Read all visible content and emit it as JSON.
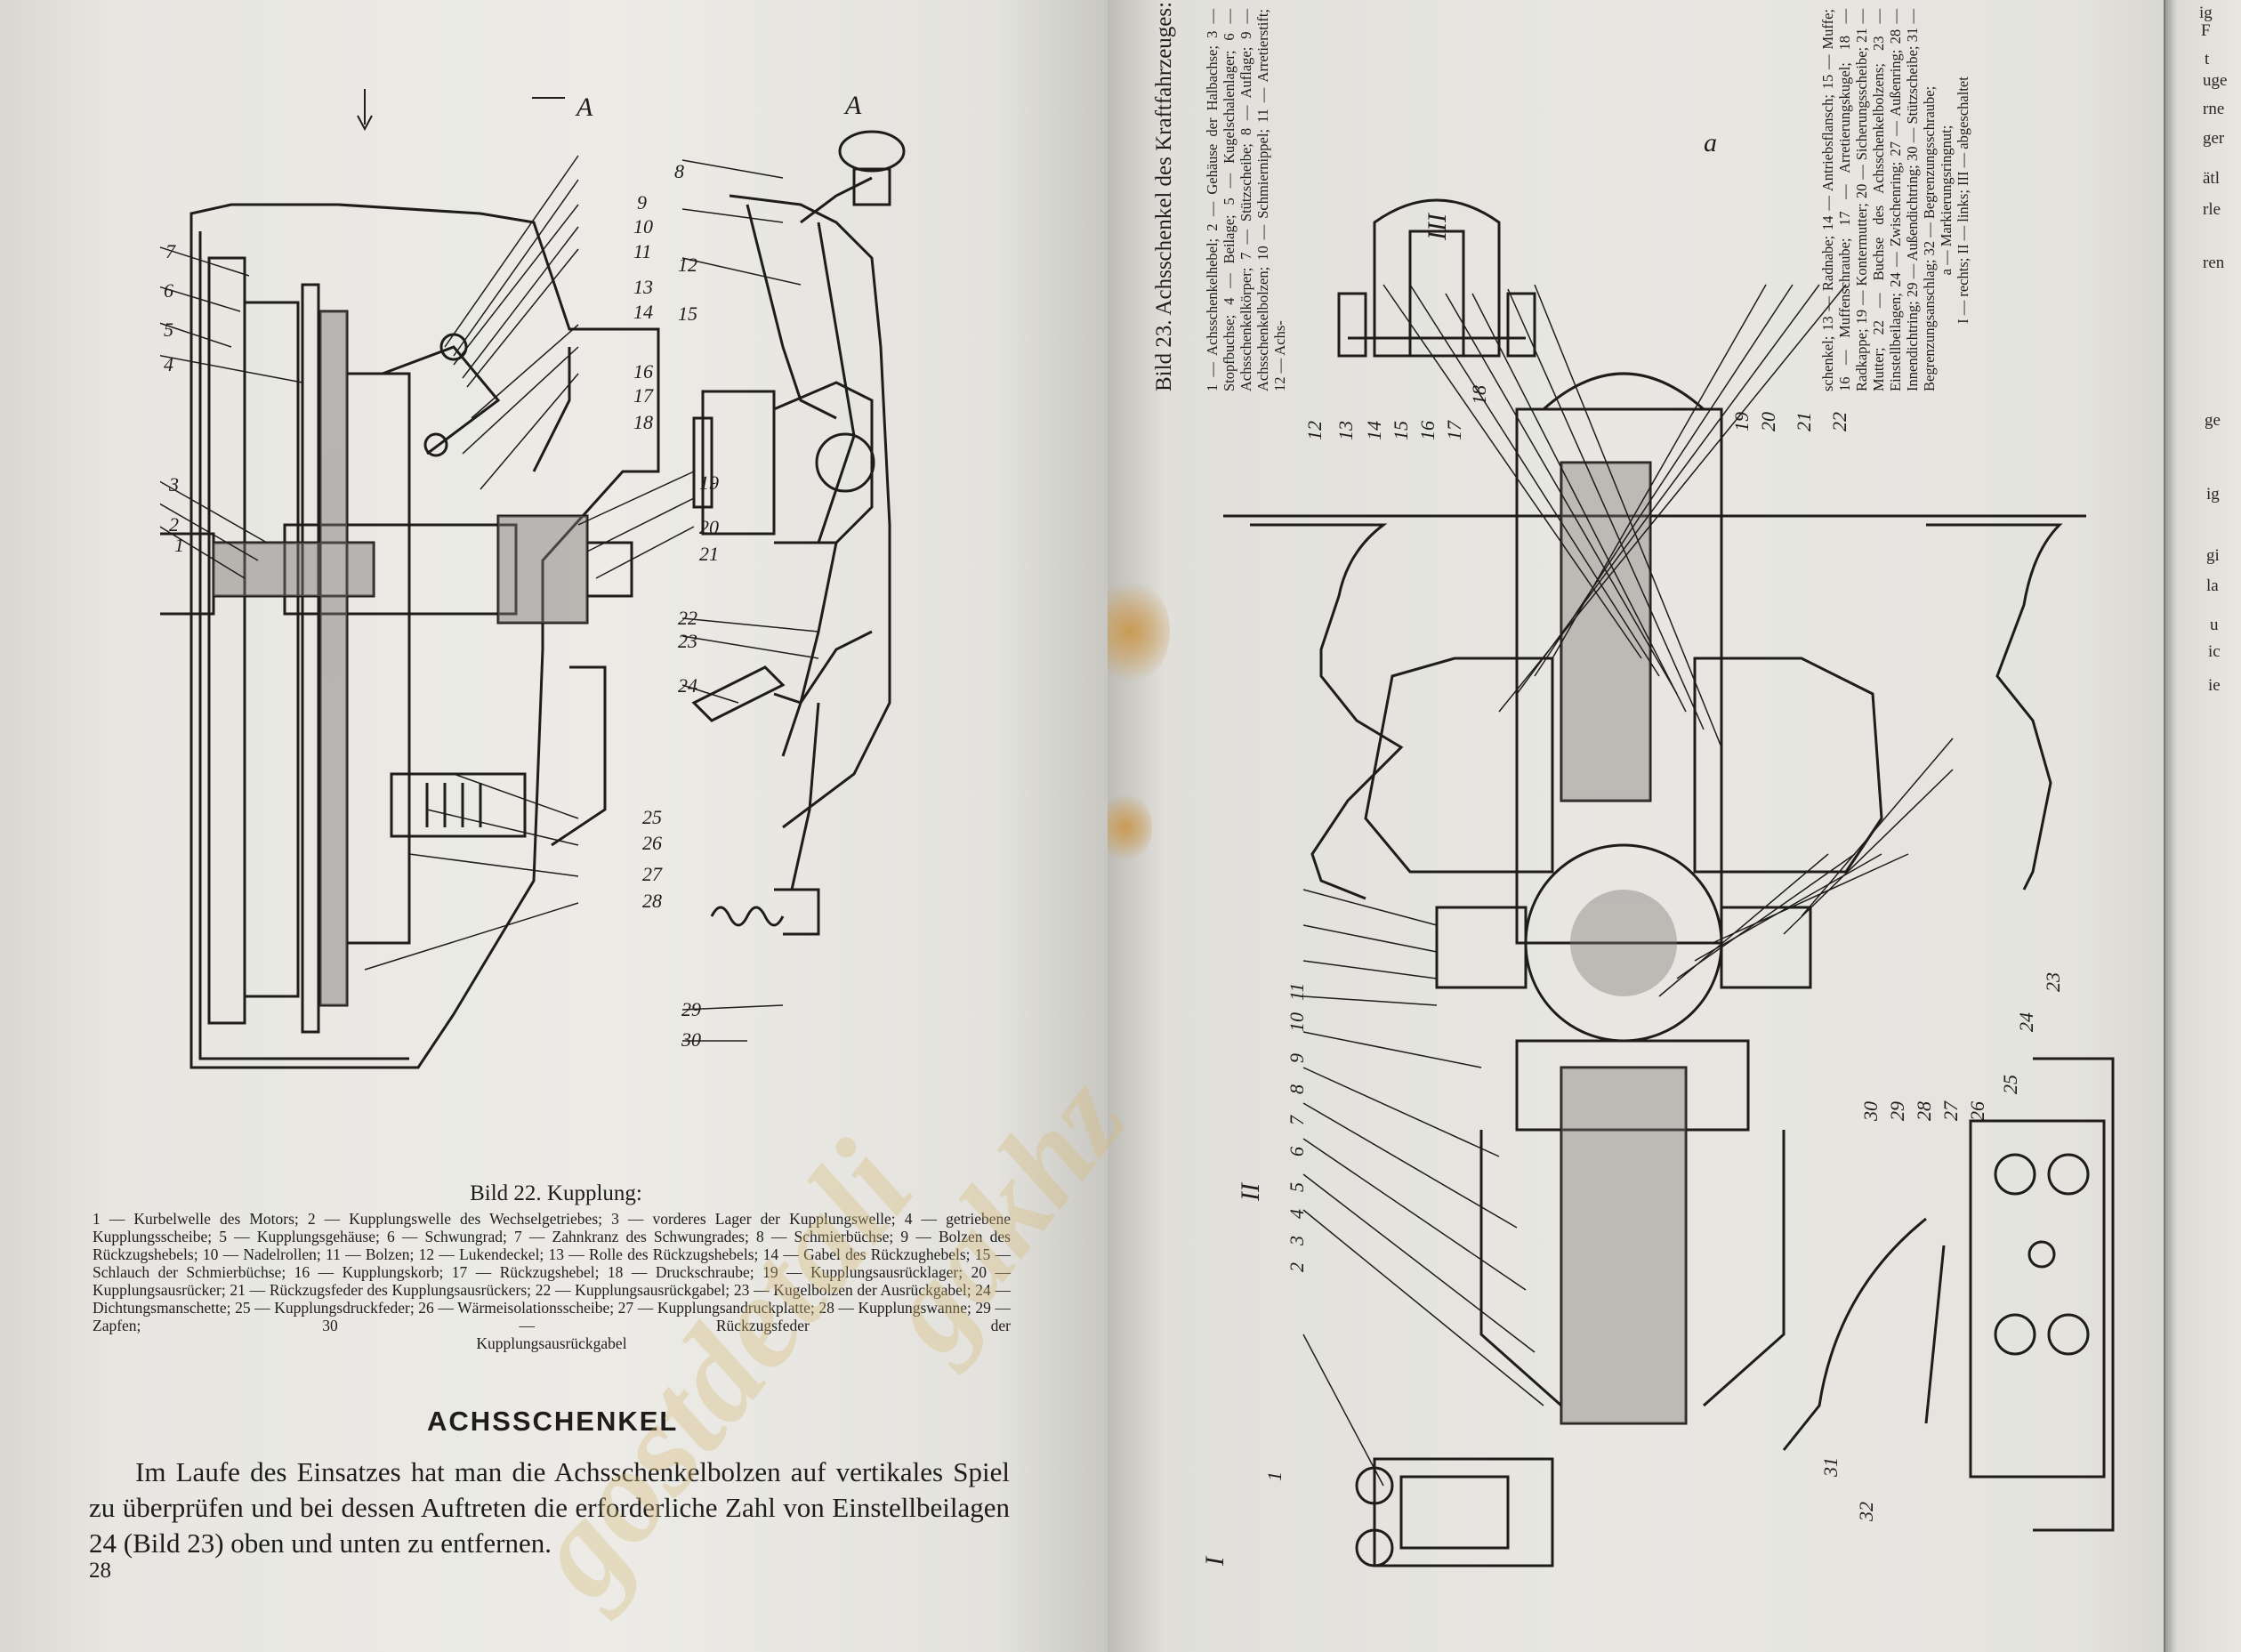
{
  "left_page": {
    "figure22": {
      "section_label_a": "A",
      "section_label_a2": "A",
      "callouts": [
        "1",
        "2",
        "3",
        "4",
        "5",
        "6",
        "7",
        "8",
        "9",
        "10",
        "11",
        "12",
        "13",
        "14",
        "15",
        "16",
        "17",
        "18",
        "19",
        "20",
        "21",
        "22",
        "23",
        "24",
        "25",
        "26",
        "27",
        "28",
        "29",
        "30"
      ],
      "caption_title": "Bild 22. Kupplung:",
      "legend": "1 — Kurbelwelle des Motors; 2 — Kupplungswelle des Wechselgetriebes; 3 — vorderes Lager der Kupplungswelle; 4 — getriebene Kupplungsscheibe; 5 — Kupplungsgehäuse; 6 — Schwungrad; 7 — Zahnkranz des Schwungrades; 8 — Schmierbüchse; 9 — Bolzen des Rückzugshebels; 10 — Nadelrollen; 11 — Bolzen; 12 — Lukendeckel; 13 — Rolle des Rückzugshebels; 14 — Gabel des Rückzughebels; 15 — Schlauch der Schmierbüchse; 16 — Kupplungskorb; 17 — Rückzugshebel; 18 — Druckschraube; 19 — Kupplungsausrücklager; 20 — Kupplungsausrücker; 21 — Rückzugsfeder des Kupplungsausrückers; 22 — Kupplungsausrückgabel; 23 — Kugelbolzen der Ausrückgabel; 24 — Dichtungsmanschette; 25 — Kupplungsdruckfeder; 26 — Wärmeisolationsscheibe; 27 — Kupplungsandruckplatte; 28 — Kupplungswanne; 29 — Zapfen; 30 — Rückzugsfeder der",
      "legend_last": "Kupplungsausrückgabel"
    },
    "heading": "ACHSSCHENKEL",
    "body": "Im Laufe des Einsatzes hat man die Achsschenkelbolzen auf vertikales Spiel zu überprüfen und bei dessen Auftreten die erforderliche Zahl von Einstellbeilagen 24 (Bild 23) oben und unten zu entfernen.",
    "page_number": "28"
  },
  "right_page": {
    "figure23": {
      "caption_title": "Bild 23. Achsschenkel des Kraftfahrzeuges:",
      "legend_a": "1 — Achsschenkelhebel; 2 — Gehäuse der Halbachse; 3 — Stopfbuchse; 4 — Beilage; 5 — Kugelschalenlager; 6 — Achsschenkelkörper; 7 — Stützscheibe; 8 — Auflage; 9 — Achsschenkelbolzen; 10 — Schmiernippel; 11 — Arretierstift; 12 — Achs-",
      "legend_b": "schenkel; 13 — Radnabe; 14 — Antriebsflansch; 15 — Muffe; 16 — Muffenschraube; 17 — Arretierungskugel; 18 — Radkappe; 19 — Kontermutter; 20 — Sicherungsscheibe; 21 — Mutter; 22 — Buchse des Achsschenkelbolzens; 23 — Einstellbeilagen; 24 — Zwischenring; 27 — Außenring; 28 — Innendichtring; 29 — Außendichtring; 30 — Stützscheibe; 31 — Begrenzungsanschlag; 32 — Begrenzungsschraube;",
      "legend_c": "a — Markierungsringnut;",
      "legend_d": "I — rechts; II — links; III — abgeschaltet",
      "view_labels": [
        "I",
        "II",
        "III",
        "a"
      ],
      "callouts": [
        "1",
        "2",
        "3",
        "4",
        "5",
        "6",
        "7",
        "8",
        "9",
        "10",
        "11",
        "12",
        "13",
        "14",
        "15",
        "16",
        "17",
        "18",
        "19",
        "20",
        "21",
        "22",
        "23",
        "24",
        "25",
        "26",
        "27",
        "28",
        "29",
        "30",
        "31",
        "32"
      ]
    },
    "edge_strip": [
      "ig",
      "F",
      "t",
      "uge",
      "rne",
      "ger",
      "ätl",
      "rle",
      "ren",
      "ge",
      "ig",
      "u",
      "gi",
      "la",
      "ic",
      "ie"
    ]
  },
  "watermark": "gostdetali",
  "watermark2": "gakhz"
}
